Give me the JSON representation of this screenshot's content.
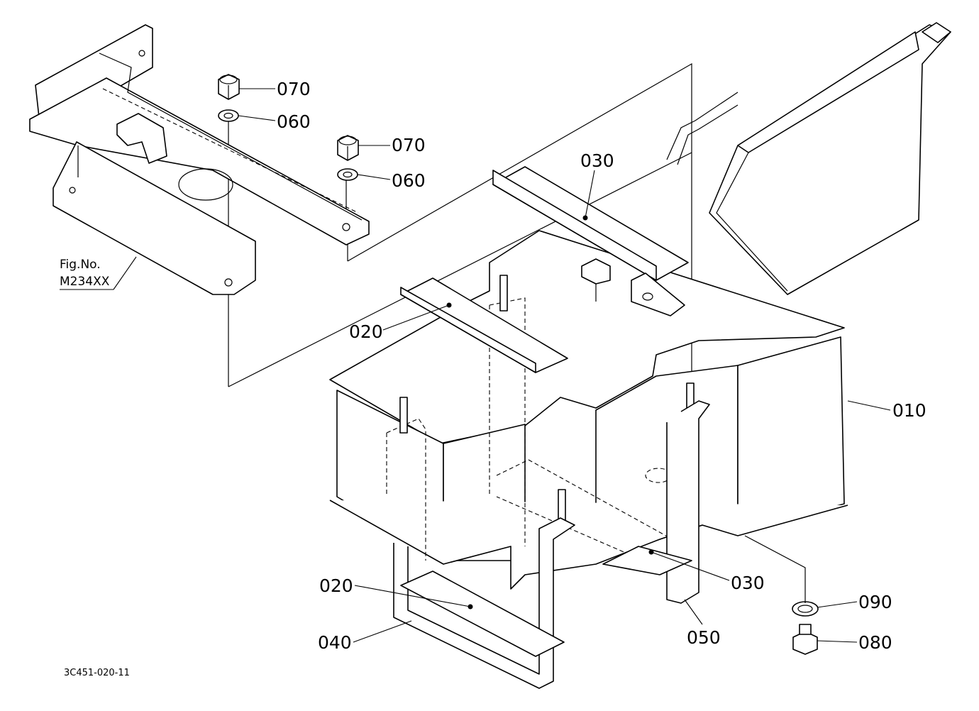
{
  "callouts": {
    "c070a": "070",
    "c060a": "060",
    "c070b": "070",
    "c060b": "060",
    "c030a": "030",
    "c020a": "020",
    "c010": "010",
    "c030b": "030",
    "c020b": "020",
    "c040": "040",
    "c050": "050",
    "c090": "090",
    "c080": "080"
  },
  "fig_ref": {
    "line1": "Fig.No.",
    "line2": "M234XX"
  },
  "drawing_code": "3C451-020-11"
}
